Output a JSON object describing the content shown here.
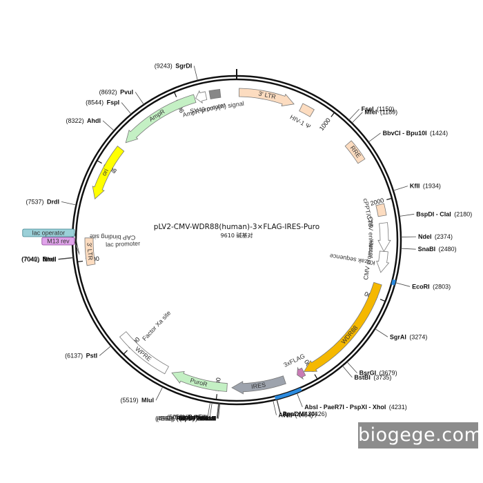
{
  "title": "pLV2-CMV-WDR88(human)-3×FLAG-IRES-Puro",
  "subtitle": "9610 碱基对",
  "total_length": 9610,
  "watermark": "biogege.com",
  "ticks": [
    "1000",
    "2000",
    "3000",
    "4000",
    "5000",
    "6000",
    "7000",
    "8000",
    "9000"
  ],
  "features": [
    {
      "name": "3' LTR",
      "start": 25,
      "end": 610,
      "color": "#fcdcc0",
      "arrow": "cw",
      "label_inside": true
    },
    {
      "name": "HIV-1 Ψ",
      "start": 690,
      "end": 820,
      "color": "#fcdcc0",
      "arrow": "none"
    },
    {
      "name": "RRE",
      "start": 1310,
      "end": 1540,
      "color": "#fcdcc0",
      "arrow": "none",
      "label_inside": true
    },
    {
      "name": "cPPT/CTS",
      "start": 2030,
      "end": 2150,
      "color": "#fcdcc0",
      "arrow": "none"
    },
    {
      "name": "CMV enhancer",
      "start": 2225,
      "end": 2520,
      "color": "#ffffff",
      "arrow": "cw"
    },
    {
      "name": "CMV promoter",
      "start": 2520,
      "end": 2740,
      "color": "#ffffff",
      "arrow": "cw"
    },
    {
      "name": "WDR88",
      "start": 2860,
      "end": 4080,
      "color": "#f5b800",
      "arrow": "cw",
      "label_inside": true
    },
    {
      "name": "3xFLAG",
      "start": 4085,
      "end": 4160,
      "color": "#c87bb5",
      "arrow": "cw"
    },
    {
      "name": "IRES",
      "start": 4300,
      "end": 4855,
      "color": "#9da3ad",
      "arrow": "cw",
      "label_inside": true
    },
    {
      "name": "PuroR",
      "start": 4905,
      "end": 5500,
      "color": "#c4f0c4",
      "arrow": "cw",
      "label_inside": true
    },
    {
      "name": "WPRE",
      "start": 5560,
      "end": 6150,
      "color": "#ffffff",
      "arrow": "none",
      "label_inside": true
    },
    {
      "name": "3' LTR",
      "start": 6950,
      "end": 7230,
      "color": "#fcdcc0",
      "arrow": "none",
      "label_inside": true
    },
    {
      "name": "ori",
      "start": 7640,
      "end": 8230,
      "color": "#ffff00",
      "arrow": "ccw",
      "label_inside": true
    },
    {
      "name": "AmpR",
      "start": 8310,
      "end": 9170,
      "color": "#c4f0c4",
      "arrow": "ccw",
      "label_inside": true
    },
    {
      "name": "AmpR promoter",
      "start": 9180,
      "end": 9290,
      "color": "#ffffff",
      "arrow": "ccw"
    },
    {
      "name": "SV40 poly(A) signal",
      "start": 9330,
      "end": 9440,
      "color": "#888888",
      "arrow": "none"
    }
  ],
  "inner_labels": [
    {
      "text": "Kozak sequence"
    },
    {
      "text": "CAP binding site"
    },
    {
      "text": "lac promoter"
    },
    {
      "text": "Factor Xa site"
    }
  ],
  "boxed_labels": [
    {
      "text": "lac operator",
      "fill": "#9bd0d8",
      "stroke": "#3a7f8a"
    },
    {
      "text": "M13 rev",
      "fill": "#e0a3ea",
      "stroke": "#8a3f96"
    }
  ],
  "sites": [
    {
      "name": "SgrDI",
      "pos": "(9243)",
      "bp": 9243
    },
    {
      "name": "PvuI",
      "pos": "(8692)",
      "bp": 8692
    },
    {
      "name": "FspI",
      "pos": "(8544)",
      "bp": 8544
    },
    {
      "name": "AhdI",
      "pos": "(8322)",
      "bp": 8322
    },
    {
      "name": "DrdI",
      "pos": "(7537)",
      "bp": 7537
    },
    {
      "name": "BmtI",
      "pos": "(7046)",
      "bp": 7046
    },
    {
      "name": "NheI",
      "pos": "(7042)",
      "bp": 7042
    },
    {
      "name": "PstI",
      "pos": "(6137)",
      "bp": 6137
    },
    {
      "name": "MluI",
      "pos": "(5519)",
      "bp": 5519
    },
    {
      "name": "BstEII",
      "pos": "(5053)",
      "bp": 5053
    },
    {
      "name": "RsrII",
      "pos": "(5035)",
      "bp": 5035
    },
    {
      "name": "BsiWI",
      "pos": "(4975)",
      "bp": 4975
    },
    {
      "name": "SmaI",
      "pos": "(4970)",
      "bp": 4970
    },
    {
      "name": "TspMI - XmaI",
      "pos": "(4968)",
      "bp": 4968
    },
    {
      "name": "PflFI - Tth111I",
      "pos": "(4961)",
      "bp": 4961
    },
    {
      "name": "FseI",
      "pos": "(1150)",
      "bp": 1150
    },
    {
      "name": "MfeI",
      "pos": "(1189)",
      "bp": 1189
    },
    {
      "name": "BbvCI - Bpu10I",
      "pos": "(1424)",
      "bp": 1424
    },
    {
      "name": "KflI",
      "pos": "(1934)",
      "bp": 1934
    },
    {
      "name": "BspDI - ClaI",
      "pos": "(2180)",
      "bp": 2180
    },
    {
      "name": "NdeI",
      "pos": "(2374)",
      "bp": 2374
    },
    {
      "name": "SnaBI",
      "pos": "(2480)",
      "bp": 2480
    },
    {
      "name": "EcoRI",
      "pos": "(2803)",
      "bp": 2803
    },
    {
      "name": "SgrAI",
      "pos": "(3274)",
      "bp": 3274
    },
    {
      "name": "BsrGI",
      "pos": "(3679)",
      "bp": 3679
    },
    {
      "name": "BstBI",
      "pos": "(3735)",
      "bp": 3735
    },
    {
      "name": "AbsI - PaeR7I - PspXI - XhoI",
      "pos": "(4231)",
      "bp": 4231
    },
    {
      "name": "PspOMI",
      "pos": "(4426)",
      "bp": 4426
    },
    {
      "name": "ApaI",
      "pos": "(4430)",
      "bp": 4430
    },
    {
      "name": "AvrII",
      "pos": "(4464)",
      "bp": 4464
    }
  ],
  "highlight_segments": [
    {
      "start": 2780,
      "end": 2830,
      "color": "#2b8be0"
    },
    {
      "start": 4180,
      "end": 4440,
      "color": "#2b8be0"
    }
  ]
}
